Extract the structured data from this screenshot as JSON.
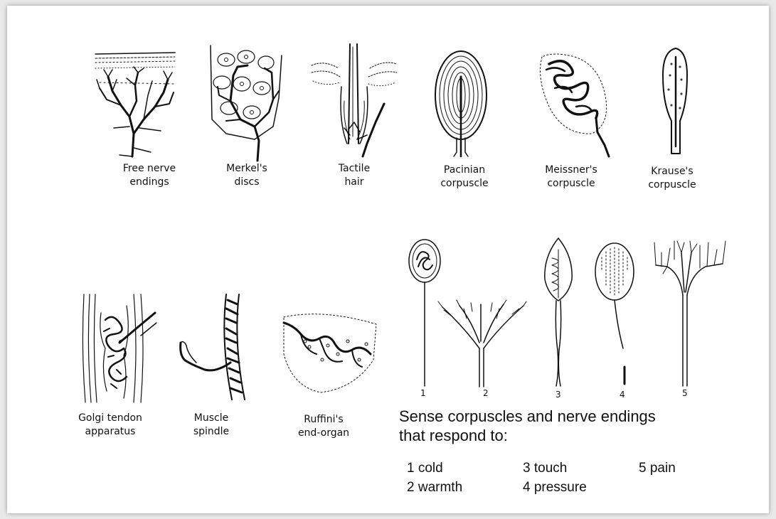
{
  "top_row": [
    {
      "line1": "Free nerve",
      "line2": "endings"
    },
    {
      "line1": "Merkel's",
      "line2": "discs"
    },
    {
      "line1": "Tactile",
      "line2": "hair"
    },
    {
      "line1": "Pacinian",
      "line2": "corpuscle"
    },
    {
      "line1": "Meissner's",
      "line2": "corpuscle"
    },
    {
      "line1": "Krause's",
      "line2": "corpuscle"
    }
  ],
  "bottom_row": [
    {
      "line1": "Golgi tendon",
      "line2": "apparatus"
    },
    {
      "line1": "Muscle",
      "line2": "spindle"
    },
    {
      "line1": "Ruffini's",
      "line2": "end-organ"
    }
  ],
  "numbers": [
    "1",
    "2",
    "3",
    "4",
    "5"
  ],
  "caption": {
    "line1": "Sense corpuscles and nerve endings",
    "line2": "that respond to:"
  },
  "legend": [
    "1  cold",
    "2  warmth",
    "3  touch",
    "4  pressure",
    "5  pain"
  ]
}
